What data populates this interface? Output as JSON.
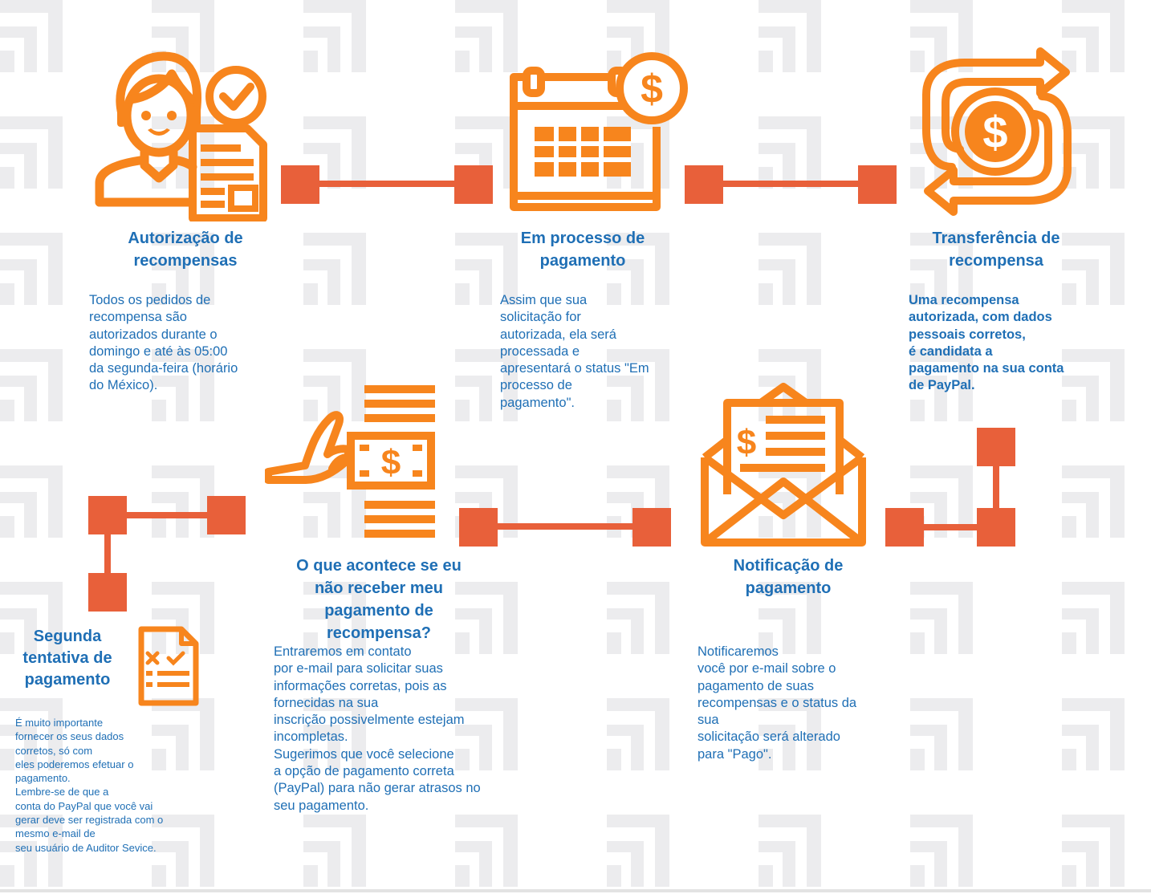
{
  "colors": {
    "icon_orange": "#f7851d",
    "connector_orange": "#e8603a",
    "text_blue": "#1f6fb5",
    "watermark_gray": "#ececee"
  },
  "steps": [
    {
      "icon": "person-approval-document-icon",
      "title": "Autorização  de\nrecompensas",
      "text": "Todos os pedidos de\nrecompensa são\nautorizados durante o\ndomingo e até às 05:00\nda segunda-feira (horário\ndo México)."
    },
    {
      "icon": "calendar-dollar-icon",
      "title": "Em processo de\npagamento",
      "text": "Assim que sua\nsolicitação for\nautorizada, ela será\nprocessada  e\napresentará o status \"Em\nprocesso de\npagamento\"."
    },
    {
      "icon": "money-transfer-arrows-icon",
      "title": "Transferência de\nrecompensa",
      "text": "Uma recompensa\nautorizada, com dados\npessoais corretos,\né  candidata  a\npagamento na sua  conta\nde PayPal."
    },
    {
      "icon": "envelope-invoice-icon",
      "title": "Notificação de\npagamento",
      "text": "Notificaremos\nvocê por e-mail sobre o\npagamento de suas\nrecompensas e o status da\nsua\nsolicitação será alterado\npara \"Pago\"."
    },
    {
      "icon": "hand-cash-icon",
      "title": "O que acontece se eu\nnão receber meu\npagamento de\nrecompensa?",
      "text": "Entraremos em contato\npor e-mail para solicitar suas\ninformações corretas, pois as\nfornecidas na sua\ninscrição possivelmente estejam\nincompletas.\nSugerimos que você selecione\na opção de pagamento correta\n(PayPal) para não gerar atrasos no\nseu pagamento."
    },
    {
      "icon": "checklist-document-icon",
      "title": "Segunda\ntentativa de\npagamento",
      "text": "É muito importante\nfornecer  os seus dados\ncorretos, só com\neles poderemos efetuar o\npagamento.\nLembre-se de que a\nconta do PayPal que você vai\ngerar deve ser registrada com o\nmesmo e-mail de\nseu usuário de Auditor Sevice."
    }
  ]
}
